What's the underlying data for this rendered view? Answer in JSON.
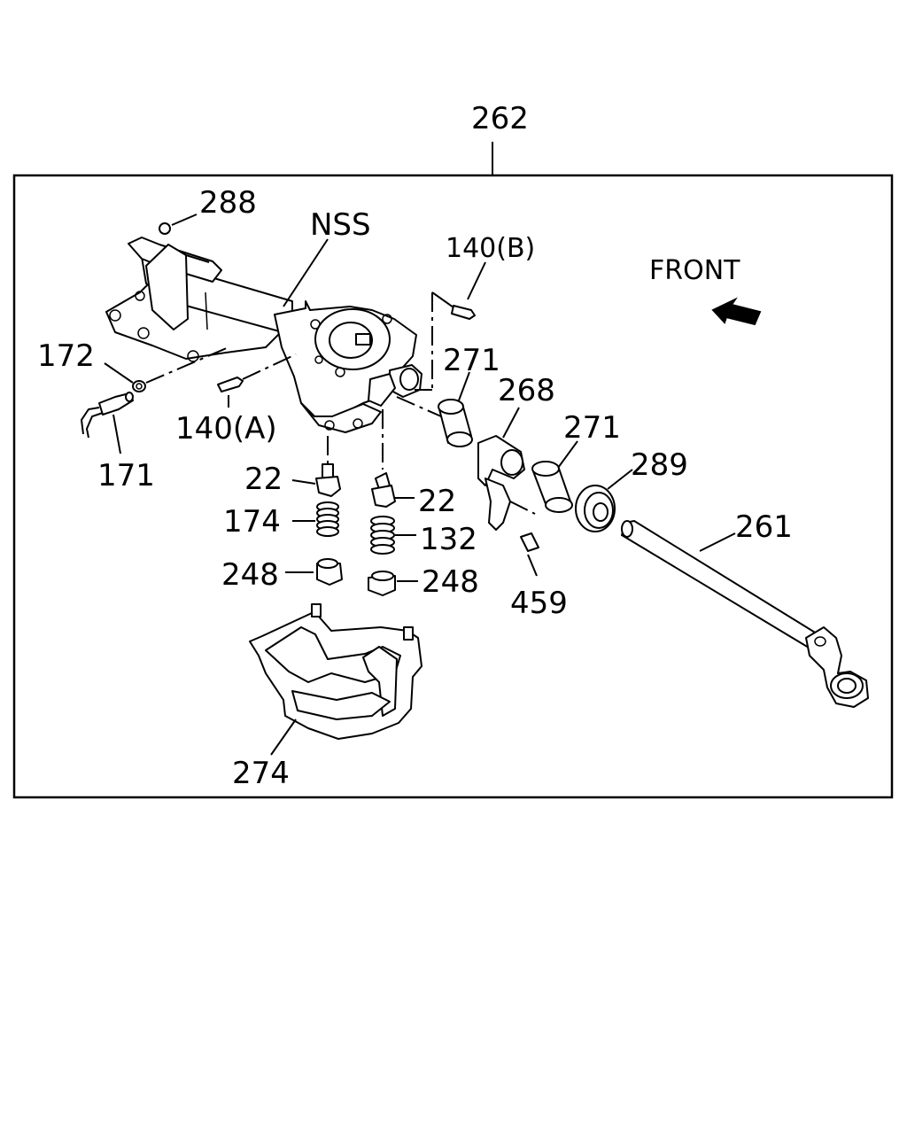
{
  "callouts": {
    "c262": "262",
    "c288": "288",
    "nss": "NSS",
    "c140b": "140(B)",
    "front": "FRONT",
    "c172": "172",
    "c271a": "271",
    "c268": "268",
    "c171": "171",
    "c140a": "140(A)",
    "c271b": "271",
    "c289": "289",
    "c22a": "22",
    "c22b": "22",
    "c174": "174",
    "c132": "132",
    "c261": "261",
    "c248a": "248",
    "c248b": "248",
    "c459": "459",
    "c274": "274"
  }
}
